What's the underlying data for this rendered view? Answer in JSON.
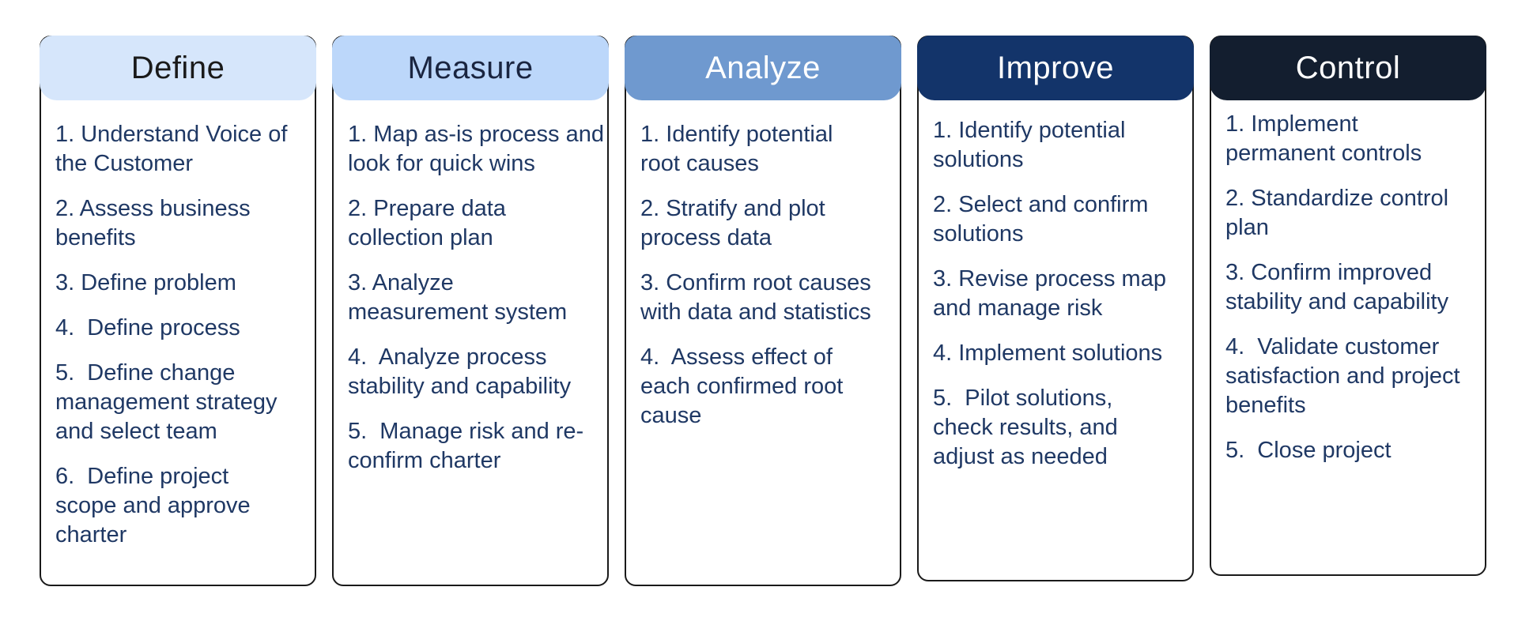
{
  "phases": [
    {
      "title": "Define",
      "header_bg": "#d6e6fb",
      "header_fg": "#1a1a1a",
      "steps": [
        "1. Understand Voice of the Customer",
        "2. Assess business benefits",
        "3. Define problem",
        "4.  Define process",
        "5.  Define change management strategy and select team",
        "6.  Define project scope and approve charter"
      ]
    },
    {
      "title": "Measure",
      "header_bg": "#bcd7fa",
      "header_fg": "#1a2540",
      "steps": [
        "1. Map as-is process and look for quick wins",
        "2. Prepare data collection plan",
        "3. Analyze measurement system",
        "4.  Analyze process stability and capability",
        "5.  Manage risk and re-confirm charter"
      ]
    },
    {
      "title": "Analyze",
      "header_bg": "#6f99cf",
      "header_fg": "#ffffff",
      "steps": [
        "1. Identify potential root causes",
        "2. Stratify and plot process data",
        "3. Confirm root causes with data and statistics",
        "4.  Assess effect of each confirmed root cause"
      ]
    },
    {
      "title": "Improve",
      "header_bg": "#13346a",
      "header_fg": "#ffffff",
      "steps": [
        "1. Identify potential solutions",
        "2. Select and confirm solutions",
        "3. Revise process map and manage risk",
        "4. Implement solutions",
        "5.  Pilot solutions, check results, and adjust as needed"
      ]
    },
    {
      "title": "Control",
      "header_bg": "#131e2f",
      "header_fg": "#ffffff",
      "steps": [
        "1. Implement permanent controls",
        "2. Standardize control plan",
        "3. Confirm improved stability and capability",
        "4.  Validate customer satisfaction and project benefits",
        "5.  Close project"
      ]
    }
  ]
}
